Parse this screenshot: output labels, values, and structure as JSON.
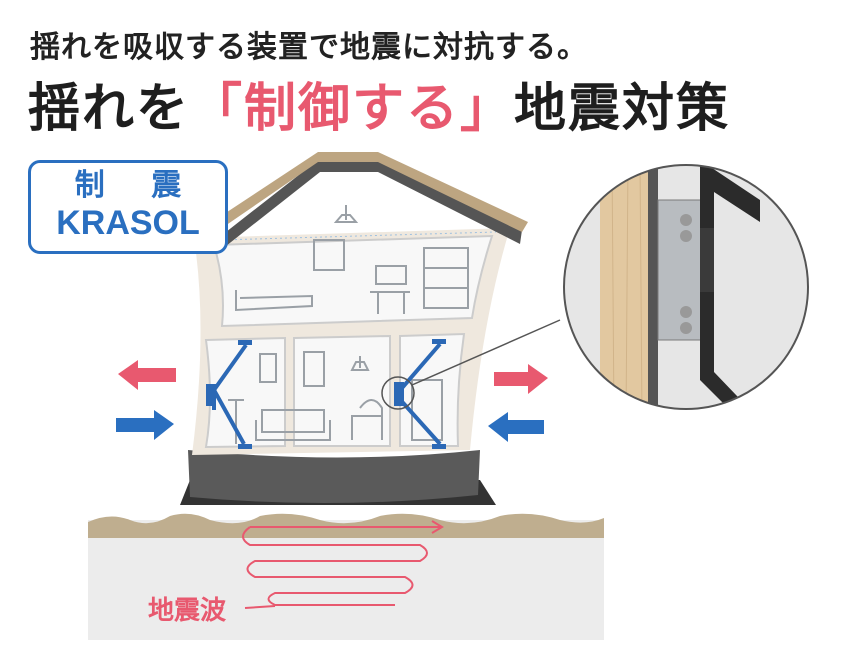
{
  "subtitle": "揺れを吸収する装置で地震に対抗する。",
  "headline": {
    "before": "揺れを",
    "accent": "「制御する」",
    "after": "地震対策"
  },
  "brand": {
    "line1": "制 震",
    "line2": "KRASOL"
  },
  "wave_label": "地震波",
  "colors": {
    "accent_pink": "#e8596f",
    "brand_blue": "#2a6fc0",
    "brace_blue": "#2b68b5",
    "ground_brown": "#bfae8f"
  },
  "icons": [
    "arrow-left-pink",
    "arrow-right-blue",
    "arrow-right-pink",
    "arrow-left-blue",
    "damper-bracket"
  ]
}
